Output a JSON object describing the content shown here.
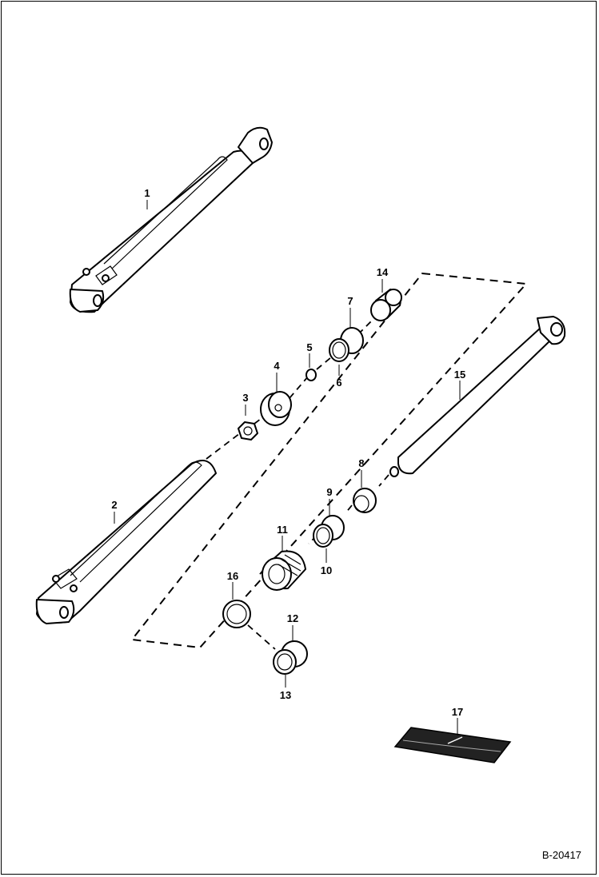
{
  "drawing": {
    "reference": "B-20417",
    "callouts": [
      {
        "id": "1",
        "text": "1"
      },
      {
        "id": "2",
        "text": "2"
      },
      {
        "id": "3",
        "text": "3"
      },
      {
        "id": "4",
        "text": "4"
      },
      {
        "id": "5",
        "text": "5"
      },
      {
        "id": "6",
        "text": "6"
      },
      {
        "id": "7",
        "text": "7"
      },
      {
        "id": "8",
        "text": "8"
      },
      {
        "id": "9",
        "text": "9"
      },
      {
        "id": "10",
        "text": "10"
      },
      {
        "id": "11",
        "text": "11"
      },
      {
        "id": "12",
        "text": "12"
      },
      {
        "id": "13",
        "text": "13"
      },
      {
        "id": "14",
        "text": "14"
      },
      {
        "id": "15",
        "text": "15"
      },
      {
        "id": "16",
        "text": "16"
      },
      {
        "id": "17",
        "text": "17"
      }
    ]
  }
}
